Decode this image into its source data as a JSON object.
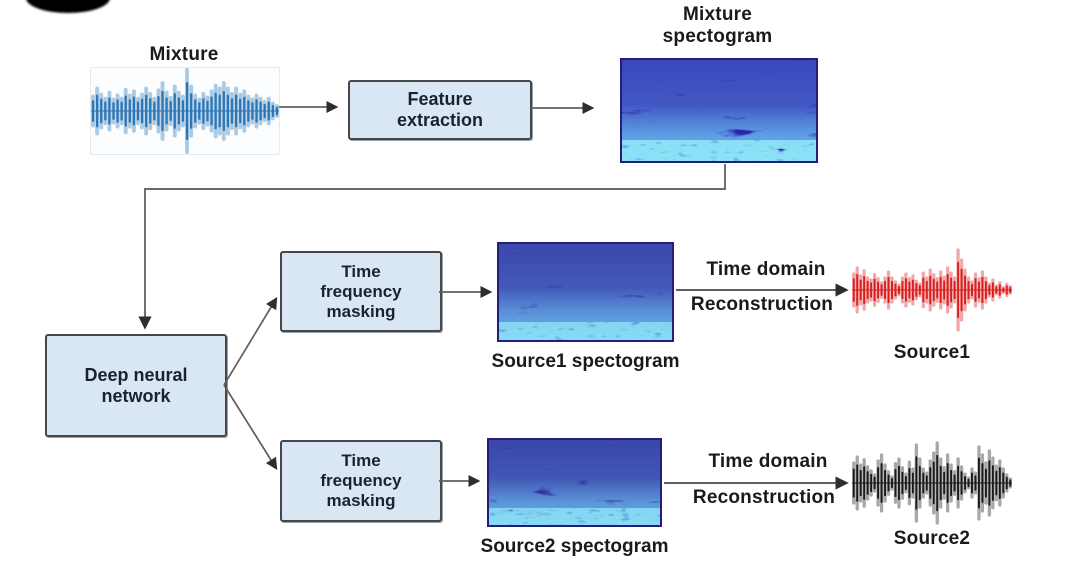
{
  "diagram": {
    "mixture_label": "Mixture",
    "feature_extraction": {
      "line1": "Feature",
      "line2": "extraction"
    },
    "mixture_spectogram": {
      "line1": "Mixture",
      "line2": "spectogram"
    },
    "dnn": {
      "line1": "Deep neural",
      "line2": "network"
    },
    "tfm_top": {
      "line1": "Time",
      "line2": "frequency",
      "line3": "masking"
    },
    "tfm_bottom": {
      "line1": "Time",
      "line2": "frequency",
      "line3": "masking"
    },
    "source1_spectogram_label": "Source1 spectogram",
    "source2_spectogram_label": "Source2 spectogram",
    "arrow_top": {
      "line1": "Time domain",
      "line2": "Reconstruction"
    },
    "arrow_bottom": {
      "line1": "Time domain",
      "line2": "Reconstruction"
    },
    "source1_label": "Source1",
    "source2_label": "Source2"
  },
  "colors": {
    "box_fill": "#d9e7f4",
    "box_border": "#474747",
    "connector_line": "#5f5f5f",
    "spectrogram_mixture_base": "#2b24ab",
    "spectrogram_source1_base": "#2e2799",
    "spectrogram_source2_base": "#2c2596",
    "spectrogram_border": "#251d7a",
    "waveform_mixture": "#2e75b6",
    "waveform_source1": "#d81e1e",
    "waveform_source2": "#1b1b1b"
  },
  "waveforms": {
    "mixture": {
      "color": "#2e75b6",
      "amplitudes": [
        0.35,
        0.55,
        0.4,
        0.3,
        0.45,
        0.28,
        0.38,
        0.3,
        0.52,
        0.38,
        0.48,
        0.3,
        0.4,
        0.55,
        0.42,
        0.3,
        0.5,
        0.68,
        0.45,
        0.32,
        0.6,
        0.45,
        0.35,
        1.0,
        0.6,
        0.38,
        0.28,
        0.42,
        0.33,
        0.48,
        0.62,
        0.55,
        0.68,
        0.55,
        0.42,
        0.55,
        0.4,
        0.48,
        0.35,
        0.28,
        0.38,
        0.3,
        0.22,
        0.3,
        0.18,
        0.12
      ]
    },
    "source1": {
      "color": "#d81e1e",
      "amplitudes": [
        0.4,
        0.55,
        0.35,
        0.48,
        0.3,
        0.25,
        0.38,
        0.28,
        0.18,
        0.3,
        0.45,
        0.3,
        0.2,
        0.12,
        0.3,
        0.4,
        0.28,
        0.35,
        0.22,
        0.15,
        0.42,
        0.3,
        0.5,
        0.38,
        0.28,
        0.45,
        0.32,
        0.55,
        0.42,
        0.3,
        1.0,
        0.75,
        0.5,
        0.3,
        0.2,
        0.4,
        0.28,
        0.45,
        0.3,
        0.15,
        0.25,
        0.1,
        0.18,
        0.06,
        0.14,
        0.08
      ]
    },
    "source2": {
      "color": "#1b1b1b",
      "amplitudes": [
        0.5,
        0.65,
        0.45,
        0.58,
        0.4,
        0.3,
        0.2,
        0.55,
        0.7,
        0.45,
        0.28,
        0.15,
        0.48,
        0.6,
        0.38,
        0.22,
        0.52,
        0.35,
        0.95,
        0.6,
        0.35,
        0.25,
        0.55,
        0.75,
        1.0,
        0.6,
        0.38,
        0.7,
        0.45,
        0.28,
        0.6,
        0.4,
        0.22,
        0.12,
        0.35,
        0.25,
        0.9,
        0.7,
        0.5,
        0.8,
        0.62,
        0.42,
        0.55,
        0.35,
        0.2,
        0.1
      ]
    }
  }
}
